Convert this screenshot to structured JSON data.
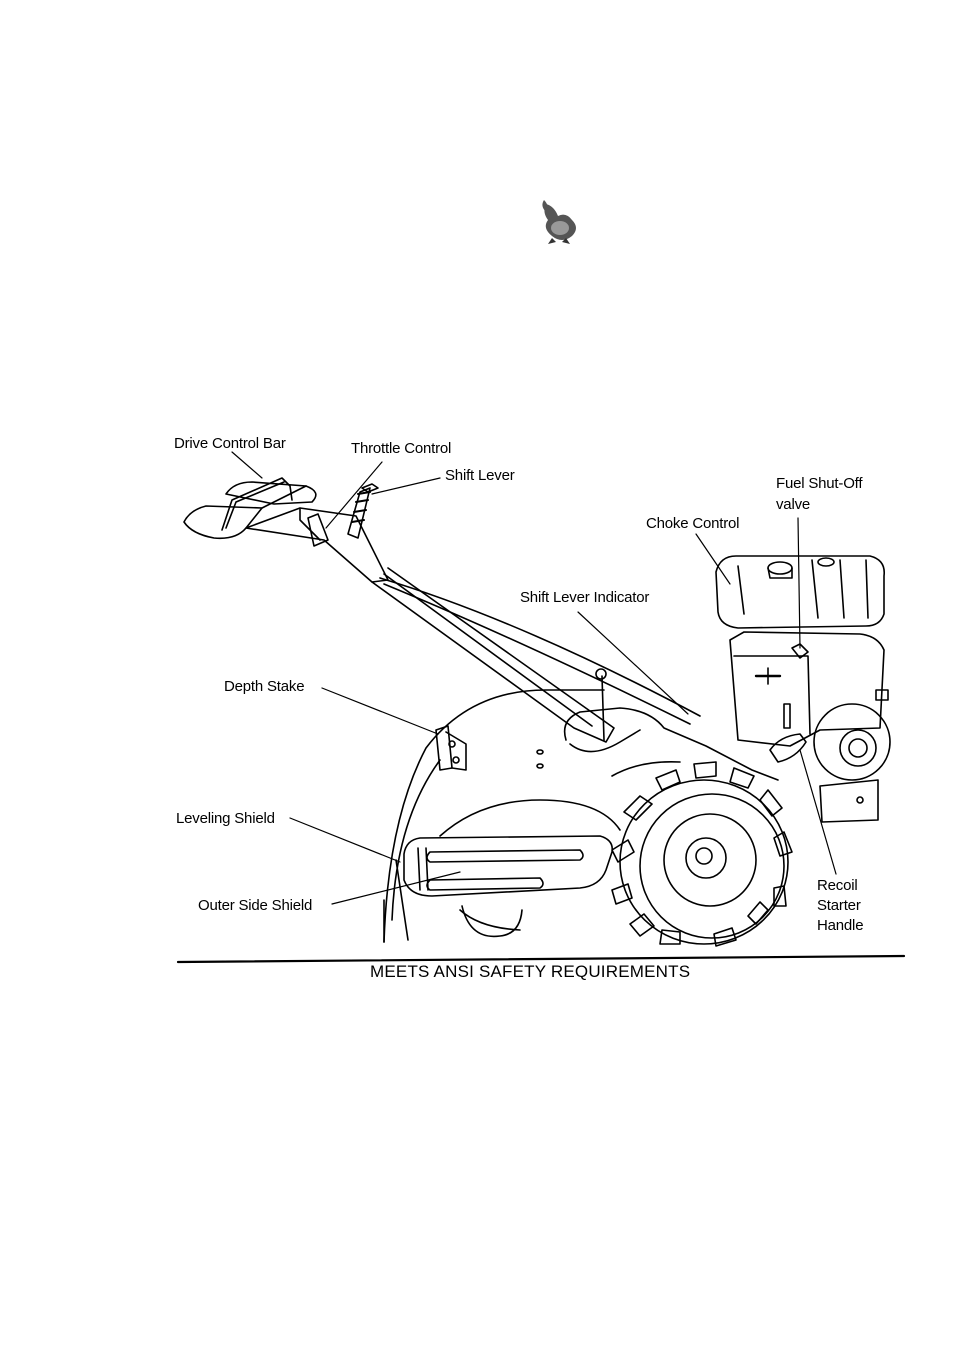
{
  "labels": {
    "drive_control_bar": "Drive Control Bar",
    "throttle_control": "Throttle Control",
    "shift_lever": "Shift Lever",
    "fuel_shutoff_line1": "Fuel Shut-Off",
    "fuel_shutoff_line2": "valve",
    "choke_control": "Choke Control",
    "shift_lever_indicator": "Shift Lever Indicator",
    "depth_stake": "Depth Stake",
    "leveling_shield": "Leveling Shield",
    "outer_side_shield": "Outer Side Shield",
    "recoil_line1": "Recoil",
    "recoil_line2": "Starter",
    "recoil_line3": "Handle"
  },
  "caption": "MEETS ANSI SAFETY REQUIREMENTS",
  "icons": {
    "logo": "rabbit-logo-icon"
  }
}
